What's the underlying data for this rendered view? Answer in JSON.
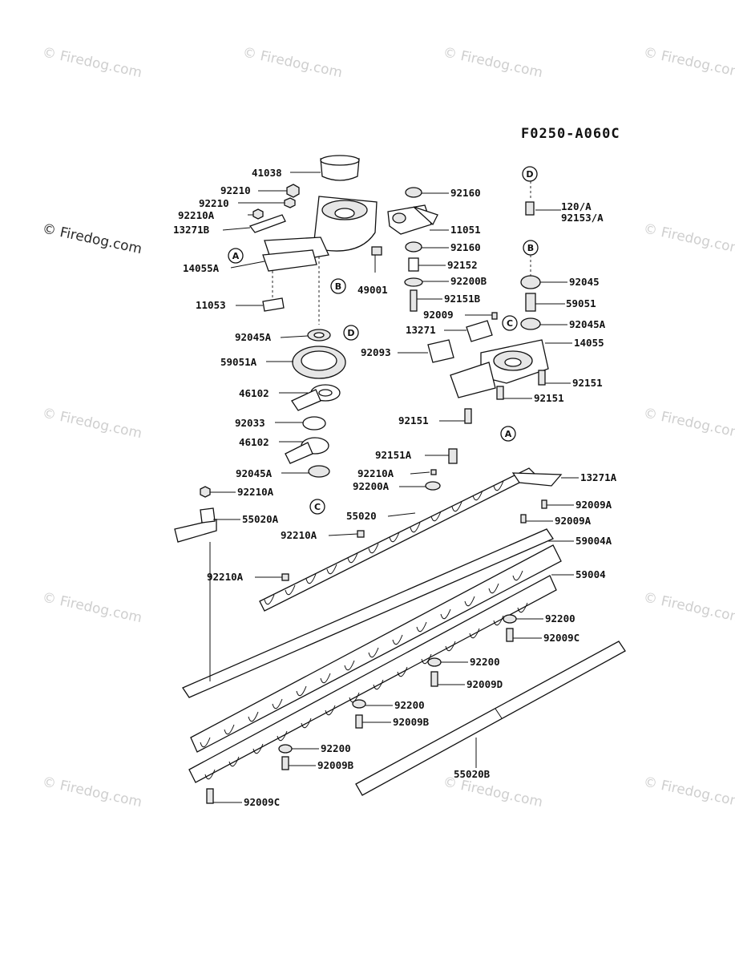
{
  "diagram_code": "F0250-A060C",
  "watermark_text": "© Firedog.com",
  "callouts": [
    {
      "id": "A",
      "label": "A"
    },
    {
      "id": "B",
      "label": "B"
    },
    {
      "id": "C",
      "label": "C"
    },
    {
      "id": "D",
      "label": "D"
    }
  ],
  "part_labels": [
    "41038",
    "92210",
    "92210",
    "92210A",
    "13271B",
    "14055A",
    "11053",
    "49001",
    "92045A",
    "59051A",
    "46102",
    "92033",
    "46102",
    "92045A",
    "92210A",
    "55020A",
    "92210A",
    "92210A",
    "92160",
    "11051",
    "92160",
    "92152",
    "92200B",
    "92151B",
    "92009",
    "13271",
    "92093",
    "92151",
    "120/A",
    "92153/A",
    "92045",
    "59051",
    "92045A",
    "14055",
    "92151",
    "92151",
    "92151A",
    "92210A",
    "92200A",
    "55020",
    "13271A",
    "92009A",
    "92009A",
    "59004A",
    "59004",
    "92200",
    "92009C",
    "92200",
    "92009D",
    "92200",
    "92009B",
    "92200",
    "92009B",
    "92009C",
    "55020B"
  ]
}
